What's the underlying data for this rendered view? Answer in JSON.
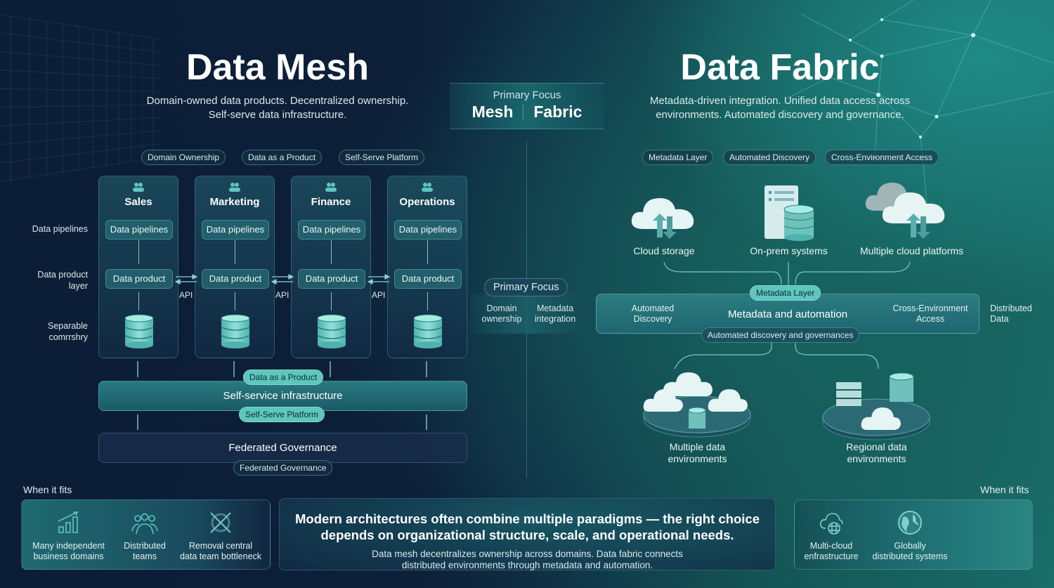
{
  "colors": {
    "accent": "#5ec6bd",
    "bg_dark": "#0c1d36",
    "bg_teal": "#1a6e6a"
  },
  "mesh": {
    "title": "Data Mesh",
    "subtitle_line1": "Domain-owned data products. Decentralized ownership.",
    "subtitle_line2": "Self-serve data infrastructure.",
    "pills": [
      "Domain Ownership",
      "Data as a Product",
      "Self-Serve Platform"
    ],
    "row_labels": {
      "pipelines": "Data pipelines",
      "product_1": "Data product",
      "product_2": "layer",
      "storage_1": "Separable",
      "storage_2": "comrrshry"
    },
    "domains": [
      {
        "name": "Sales",
        "icon": "users-icon",
        "pipeline": "Data pipelines",
        "product": "Data product"
      },
      {
        "name": "Marketing",
        "icon": "megaphone-icon",
        "pipeline": "Data pipelines",
        "product": "Data product"
      },
      {
        "name": "Finance",
        "icon": "bar-chart-icon",
        "pipeline": "Data pipelines",
        "product": "Data product"
      },
      {
        "name": "Operations",
        "icon": "users-icon",
        "pipeline": "Data pipelines",
        "product": "Data product"
      }
    ],
    "api_label": "API",
    "self_service": {
      "label": "Self-service infrastructure",
      "tag_top": "Data as a Product",
      "tag_bottom": "Self-Serve Platform"
    },
    "governance": {
      "label": "Federated Governance",
      "tag": "Federated Governance"
    },
    "when_it_fits": {
      "label": "When it fits",
      "items": [
        {
          "icon": "growth-chart-icon",
          "line1": "Many independent",
          "line2": "business domains"
        },
        {
          "icon": "team-icon",
          "line1": "Distributed",
          "line2": "teams"
        },
        {
          "icon": "crossed-out-icon",
          "line1": "Removal central",
          "line2": "data team bottleneck"
        }
      ]
    }
  },
  "primary_focus_top": {
    "label": "Primary Focus",
    "left": "Mesh",
    "right": "Fabric"
  },
  "primary_focus_mid": {
    "label": "Primary Focus",
    "left_1": "Domain",
    "left_2": "ownership",
    "right_1": "Metadata",
    "right_2": "integration"
  },
  "fabric": {
    "title": "Data Fabric",
    "subtitle_line1": "Metadata-driven integration. Unified data access across",
    "subtitle_line2": "environments. Automated discovery and governance.",
    "pills": [
      "Metadata Layer",
      "Automated Discovery",
      "Cross-Environment Access"
    ],
    "sources": [
      {
        "icon": "cloud-storage-icon",
        "label": "Cloud storage"
      },
      {
        "icon": "server-database-icon",
        "label": "On-prem systems"
      },
      {
        "icon": "multi-cloud-icon",
        "label": "Multiple cloud platforms"
      }
    ],
    "metadata_band": {
      "center": "Metadata and automation",
      "tag_top": "Metadata Layer",
      "tag_bottom": "Automated discovery and governances",
      "left_1": "Automated",
      "left_2": "Discovery",
      "right_1": "Cross-Environment",
      "right_2": "Access",
      "outside_1": "Distributed",
      "outside_2": "Data"
    },
    "environments": [
      {
        "line1": "Multiple data",
        "line2": "environments"
      },
      {
        "line1": "Regional data",
        "line2": "environments"
      }
    ],
    "when_it_fits": {
      "label": "When it fits",
      "items": [
        {
          "icon": "cloud-network-icon",
          "line1": "Multi-cloud",
          "line2": "enfrastructure"
        },
        {
          "icon": "globe-icon",
          "line1": "Globally",
          "line2": "distributed systems"
        }
      ]
    }
  },
  "summary": {
    "headline_1": "Modern architectures often combine multiple paradigms — the right choice",
    "headline_2": "depends on organizational structure, scale, and operational needs.",
    "body_1": "Data mesh decentralizes ownership across domains. Data fabric connects",
    "body_2": "distributed environments through metadata and automation."
  }
}
